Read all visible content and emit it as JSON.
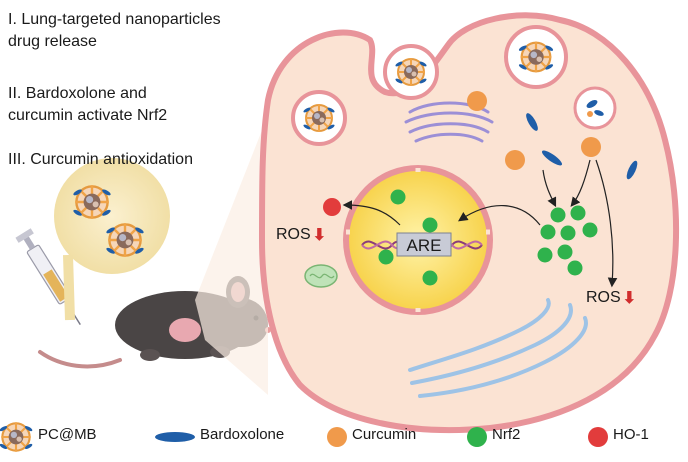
{
  "steps": {
    "step1_line1": "I. Lung-targeted nanoparticles",
    "step1_line2": "drug release",
    "step2_line1": "II. Bardoxolone and",
    "step2_line2": "curcumin activate Nrf2",
    "step3": "III. Curcumin antioxidation"
  },
  "cell": {
    "are_label": "ARE",
    "ros_left": "ROS",
    "ros_right": "ROS"
  },
  "legend": {
    "pcmb": "PC@MB",
    "bardoxolone": "Bardoxolone",
    "curcumin": "Curcumin",
    "nrf2": "Nrf2",
    "ho1": "HO-1"
  },
  "colors": {
    "cell_fill": "#fbe3d3",
    "membrane": "#e8949a",
    "nucleus": "#fbe27a",
    "curcumin": "#f09a4b",
    "nrf2": "#2fb24c",
    "ho1": "#e23c3c",
    "bardoxolone": "#1f5ea8",
    "ros_arrow": "#d12d2d"
  }
}
